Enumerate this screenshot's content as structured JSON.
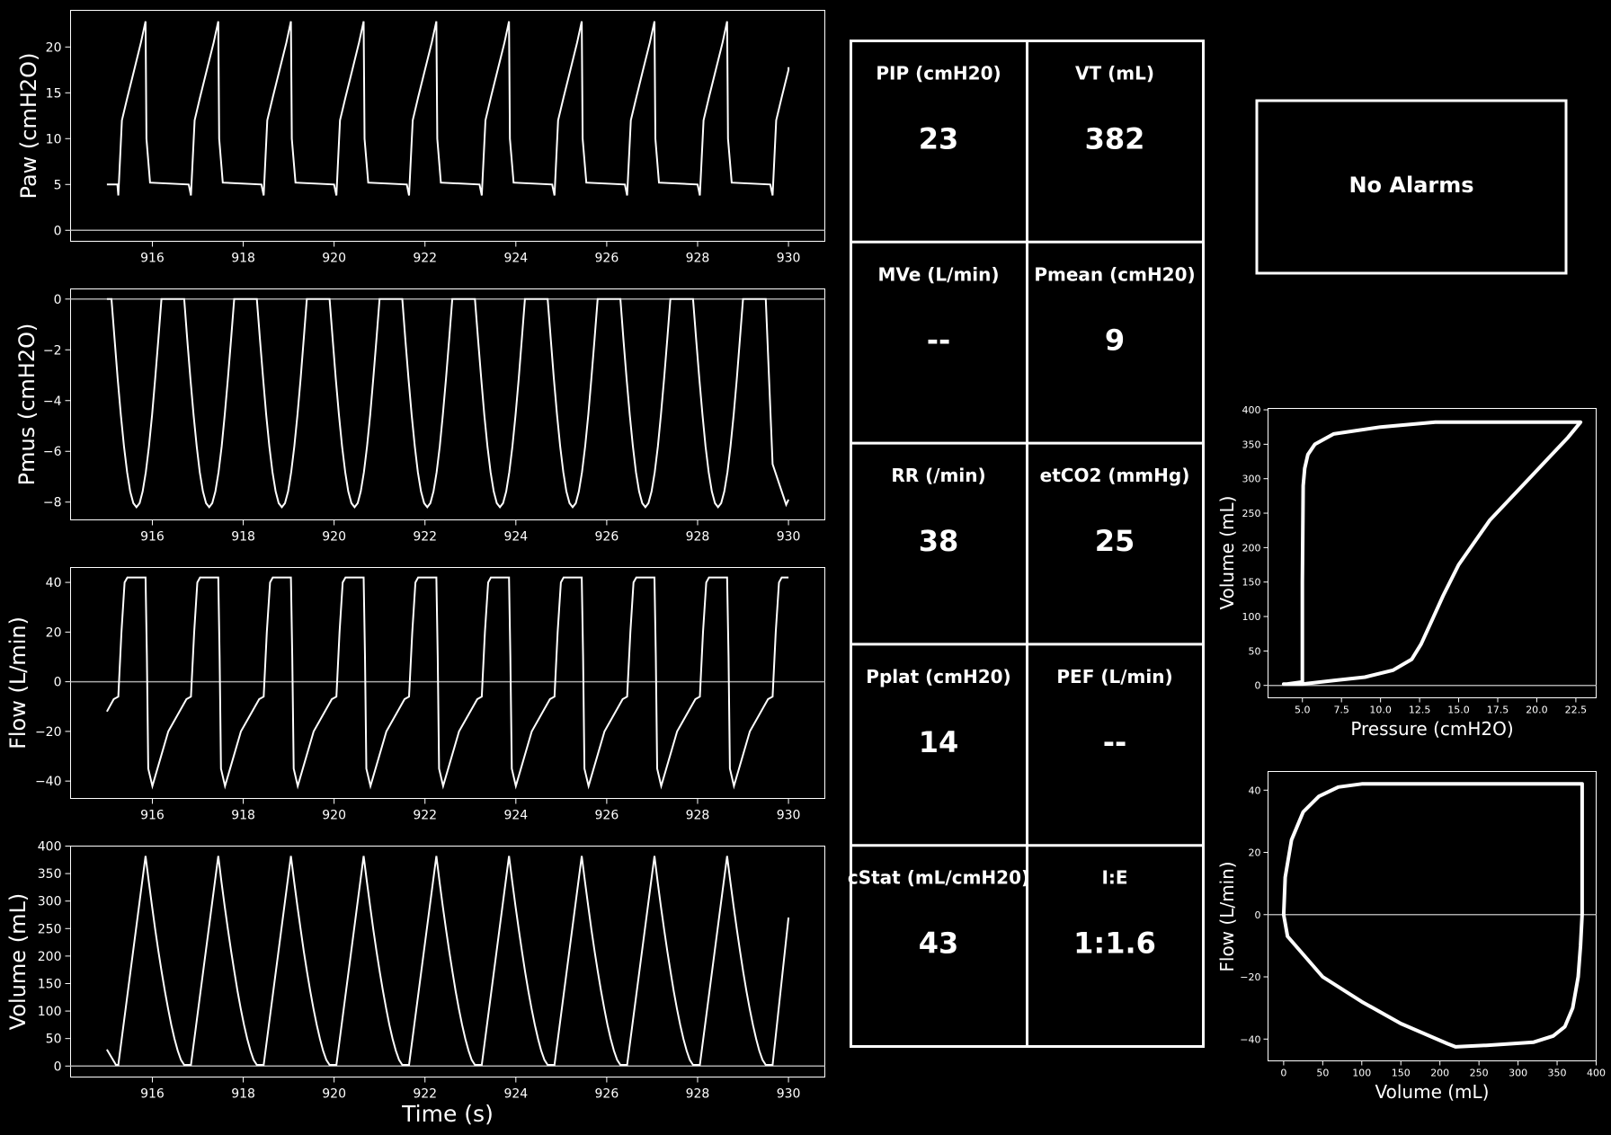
{
  "time_plots": {
    "xlabel": "Time (s)",
    "x_ticks": [
      916,
      918,
      920,
      922,
      924,
      926,
      928,
      930
    ],
    "xlim": [
      914.2,
      930.8
    ],
    "panels": [
      {
        "id": "paw",
        "ylabel": "Paw (cmH2O)",
        "ylim": [
          -1.2,
          24
        ],
        "yticks": [
          0,
          5,
          10,
          15,
          20
        ]
      },
      {
        "id": "pmus",
        "ylabel": "Pmus (cmH2O)",
        "ylim": [
          -8.7,
          0.4
        ],
        "yticks": [
          0,
          -2,
          -4,
          -6,
          -8
        ]
      },
      {
        "id": "flow",
        "ylabel": "Flow (L/min)",
        "ylim": [
          -47,
          46
        ],
        "yticks": [
          40,
          20,
          0,
          -20,
          -40
        ]
      },
      {
        "id": "volume",
        "ylabel": "Volume (mL)",
        "ylim": [
          -20,
          400
        ],
        "yticks": [
          0,
          50,
          100,
          150,
          200,
          250,
          300,
          350,
          400
        ]
      }
    ]
  },
  "metrics": [
    {
      "label": "PIP (cmH20)",
      "value": "23"
    },
    {
      "label": "VT (mL)",
      "value": "382"
    },
    {
      "label": "MVe (L/min)",
      "value": "--"
    },
    {
      "label": "Pmean (cmH20)",
      "value": "9"
    },
    {
      "label": "RR (/min)",
      "value": "38"
    },
    {
      "label": "etCO2 (mmHg)",
      "value": "25"
    },
    {
      "label": "Pplat (cmH20)",
      "value": "14"
    },
    {
      "label": "PEF (L/min)",
      "value": "--"
    },
    {
      "label": "cStat (mL/cmH20)",
      "value": "43"
    },
    {
      "label": "I:E",
      "value": "1:1.6"
    }
  ],
  "alarm": {
    "text": "No Alarms"
  },
  "chart_data": [
    {
      "type": "line",
      "id": "paw-time",
      "xlabel": "Time (s)",
      "ylabel": "Paw (cmH2O)",
      "xlim": [
        914.2,
        930.8
      ],
      "ylim": [
        -1.2,
        24
      ],
      "breath_onsets": [
        915.25,
        916.85,
        918.45,
        920.05,
        921.65,
        923.25,
        924.85,
        926.45,
        928.05,
        929.65
      ],
      "x_start": 915.0,
      "x_end": 930.0,
      "baseline": 5,
      "dip_min": 3.8,
      "peak": 22.8,
      "end_value": 17.8,
      "cycle_profile": {
        "t": [
          0,
          0.08,
          0.2,
          0.35,
          0.5,
          0.6,
          0.62,
          0.7,
          1.6
        ],
        "v": [
          3.8,
          12,
          14.5,
          17.5,
          20.5,
          22.8,
          10,
          5.2,
          5.0
        ]
      }
    },
    {
      "type": "line",
      "id": "pmus-time",
      "xlabel": "Time (s)",
      "ylabel": "Pmus (cmH2O)",
      "xlim": [
        914.2,
        930.8
      ],
      "ylim": [
        -8.7,
        0.4
      ],
      "x_start": 915.0,
      "x_end": 930.0,
      "trough_times": [
        915.65,
        917.25,
        918.85,
        920.45,
        922.05,
        923.65,
        925.25,
        926.85,
        928.45
      ],
      "min": -8.2,
      "max": 0,
      "end_value": -7.9,
      "cycle_profile": {
        "t": [
          0,
          0.9,
          1.6
        ],
        "v": [
          0,
          -8.2,
          0
        ]
      }
    },
    {
      "type": "line",
      "id": "flow-time",
      "xlabel": "Time (s)",
      "ylabel": "Flow (L/min)",
      "xlim": [
        914.2,
        930.8
      ],
      "ylim": [
        -47,
        46
      ],
      "x_start": 915.0,
      "x_end": 930.0,
      "start_value": -12,
      "insp_flow": 42,
      "exp_peak": -42,
      "end_value": 42,
      "cycle_profile": {
        "t": [
          0,
          0.07,
          0.14,
          0.2,
          0.6,
          0.63,
          0.66,
          0.75,
          1.1,
          1.5,
          1.6
        ],
        "v": [
          -6,
          20,
          40,
          42,
          42,
          10,
          -35,
          -42,
          -20,
          -7,
          -6
        ]
      }
    },
    {
      "type": "line",
      "id": "volume-time",
      "xlabel": "Time (s)",
      "ylabel": "Volume (mL)",
      "xlim": [
        914.2,
        930.8
      ],
      "ylim": [
        -20,
        400
      ],
      "x_start": 915.0,
      "x_end": 930.0,
      "start_value": 30,
      "peak": 382,
      "trough": 2,
      "end_value": 270,
      "cycle_profile": {
        "t": [
          0,
          0.6,
          1.45,
          1.6
        ],
        "v": [
          2,
          382,
          2,
          2
        ]
      }
    },
    {
      "type": "line",
      "id": "pv-loop",
      "xlabel": "Pressure (cmH2O)",
      "ylabel": "Volume (mL)",
      "xlim": [
        2.8,
        23.8
      ],
      "ylim": [
        -18,
        402
      ],
      "xticks": [
        "5.0",
        "7.5",
        "10.0",
        "12.5",
        "15.0",
        "17.5",
        "20.0",
        "22.5"
      ],
      "yticks": [
        0,
        50,
        100,
        150,
        200,
        250,
        300,
        350,
        400
      ],
      "x": [
        3.8,
        5.0,
        7.0,
        9.0,
        10.8,
        12.0,
        12.6,
        13.3,
        14.0,
        15.0,
        17.0,
        19.5,
        22.0,
        22.8,
        20.0,
        13.5,
        10.0,
        7.0,
        5.8,
        5.35,
        5.15,
        5.05,
        5.0,
        5.0,
        4.0
      ],
      "y": [
        2,
        2,
        7,
        12,
        22,
        38,
        60,
        95,
        130,
        175,
        240,
        300,
        360,
        382,
        382,
        382,
        375,
        365,
        350,
        335,
        315,
        290,
        150,
        5,
        2
      ]
    },
    {
      "type": "line",
      "id": "flow-volume-loop",
      "xlabel": "Volume (mL)",
      "ylabel": "Flow (L/min)",
      "xlim": [
        -20,
        400
      ],
      "ylim": [
        -47,
        46
      ],
      "xticks": [
        0,
        50,
        100,
        150,
        200,
        250,
        300,
        350,
        400
      ],
      "yticks": [
        40,
        20,
        0,
        -20,
        -40
      ],
      "x": [
        0,
        2,
        10,
        25,
        45,
        70,
        100,
        382,
        382,
        380,
        377,
        370,
        360,
        345,
        320,
        260,
        220,
        210,
        150,
        100,
        50,
        5,
        0
      ],
      "y": [
        0,
        12,
        24,
        33,
        38,
        41,
        42,
        42,
        0,
        -10,
        -20,
        -30,
        -36,
        -39,
        -41,
        -42,
        -42.5,
        -41.5,
        -35,
        -28,
        -20,
        -7,
        0
      ]
    }
  ]
}
